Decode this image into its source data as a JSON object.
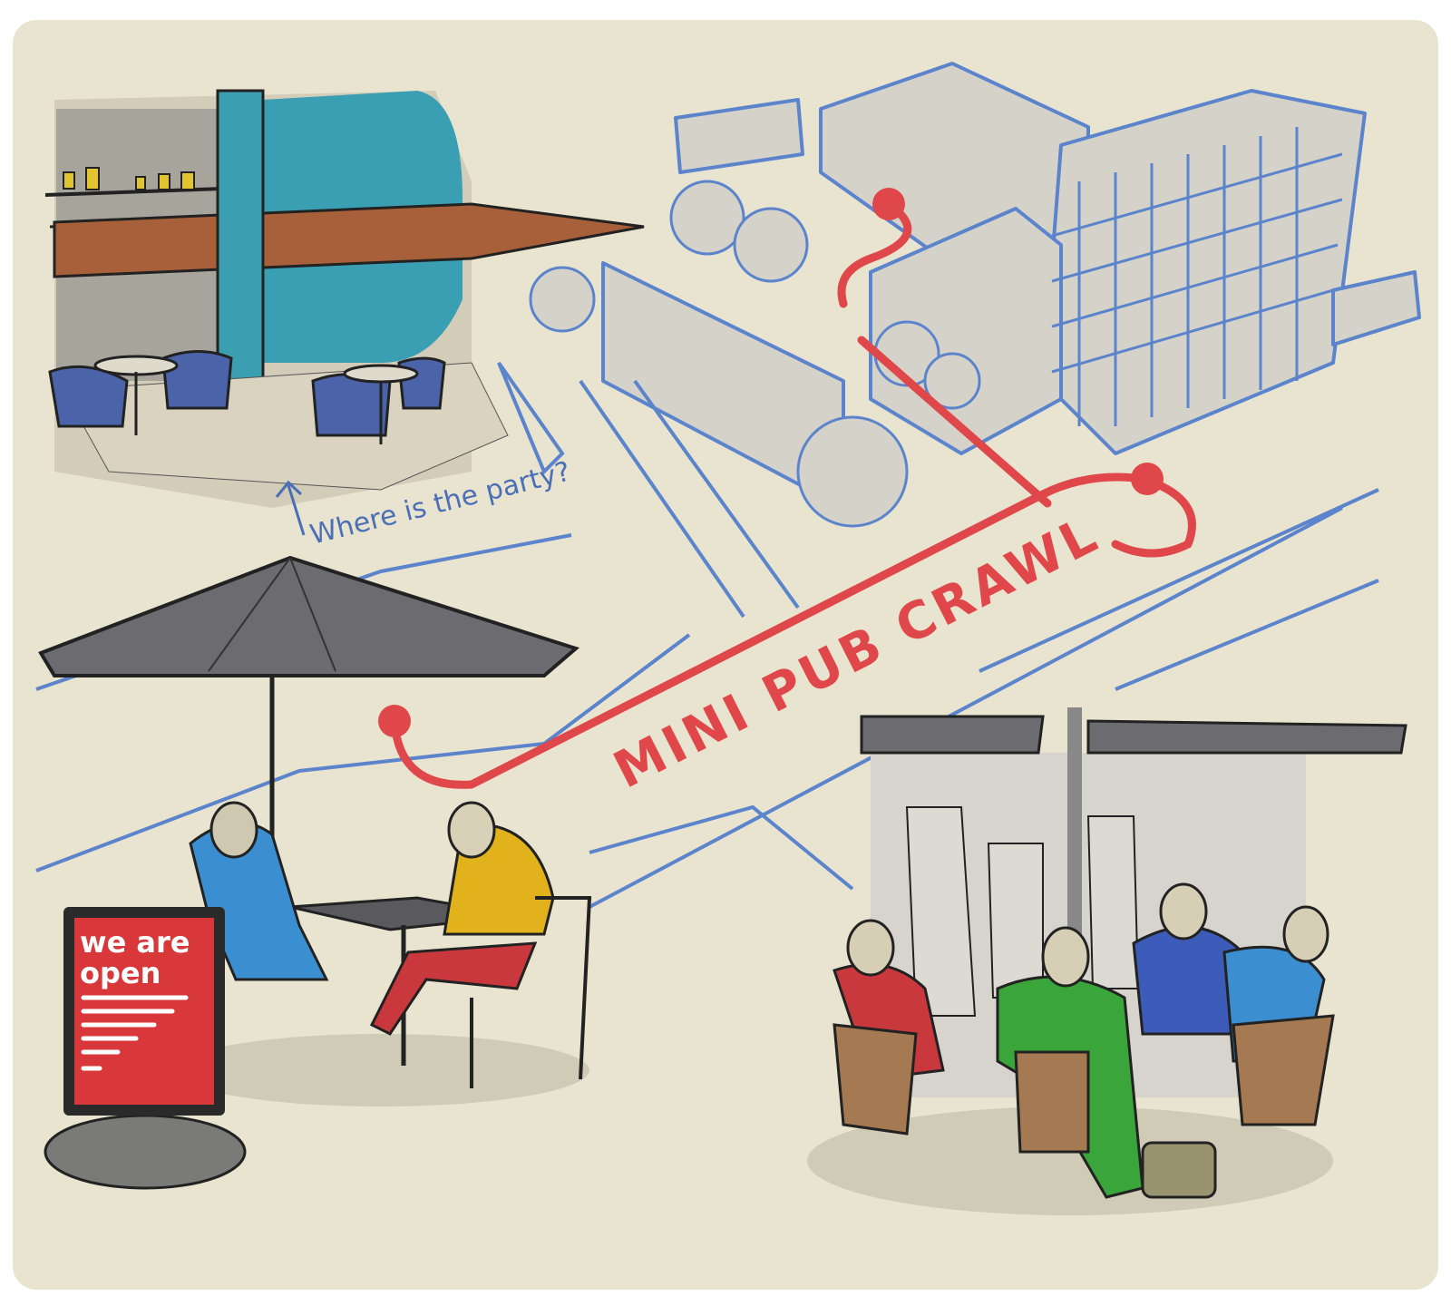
{
  "illustration": {
    "annotation": "Where is the party?",
    "route_label": "MINI PUB CRAWL",
    "sign_text_line1": "we are",
    "sign_text_line2": "open"
  },
  "colors": {
    "paper": "#e8e4cf",
    "map_line": "#5b84cc",
    "route": "#e0474a",
    "sign": "#d9383a",
    "wall_teal": "#3c9fb1",
    "boat": "#a8603a",
    "umbrella": "#6b6b70"
  }
}
